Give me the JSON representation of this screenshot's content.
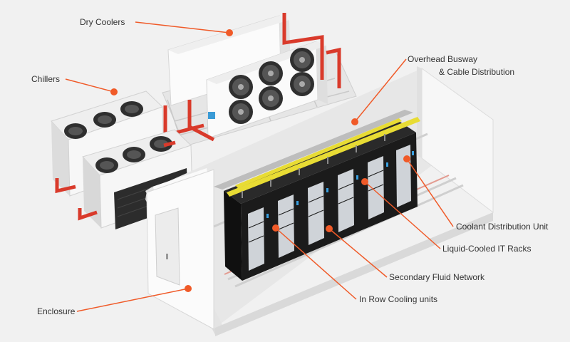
{
  "labels": {
    "dry_coolers": "Dry Coolers",
    "chillers": "Chillers",
    "overhead_busway_line1": "Overhead Busway",
    "overhead_busway_line2": "& Cable Distribution",
    "coolant_distribution_unit": "Coolant Distribution Unit",
    "liquid_cooled_it_racks": "Liquid-Cooled IT Racks",
    "secondary_fluid_network": "Secondary Fluid Network",
    "in_row_cooling_units": "In Row Cooling units",
    "enclosure": "Enclosure"
  },
  "colors": {
    "accent": "#f05a28",
    "background": "#f1f1f1",
    "rack": "#1c1c1c",
    "busway": "#e8dc34",
    "pipe_red": "#d93a2b"
  }
}
